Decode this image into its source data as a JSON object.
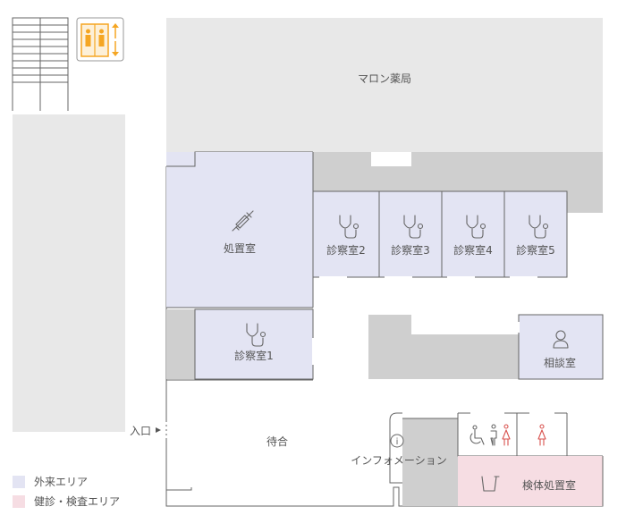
{
  "colors": {
    "outpatient": "#e3e4f3",
    "exam": "#f6dde3",
    "service": "#cfcfcf",
    "pharmacy": "#e8e8e8",
    "elevator": "#f5a623",
    "wall": "#666666"
  },
  "rooms": {
    "pharmacy": "マロン薬局",
    "treatment": "処置室",
    "exam1": "診察室1",
    "exam2": "診察室2",
    "exam3": "診察室3",
    "exam4": "診察室4",
    "exam5": "診察室5",
    "consult": "相談室",
    "waiting": "待合",
    "information": "インフォメーション",
    "specimen": "検体処置室",
    "entrance": "入口",
    "info_mark": "i"
  },
  "legend": [
    {
      "label": "外来エリア",
      "color": "#e3e4f3"
    },
    {
      "label": "健診・検査エリア",
      "color": "#f6dde3"
    }
  ],
  "icons": {
    "elevator": "elevator-icon",
    "stairs": "stairs-icon",
    "syringe": "syringe-icon",
    "stethoscope": "stethoscope-icon",
    "person": "person-icon",
    "accessible_toilet": "wheelchair-toilet-icon",
    "female_toilet": "female-toilet-icon",
    "cup": "specimen-cup-icon",
    "info": "info-icon"
  }
}
